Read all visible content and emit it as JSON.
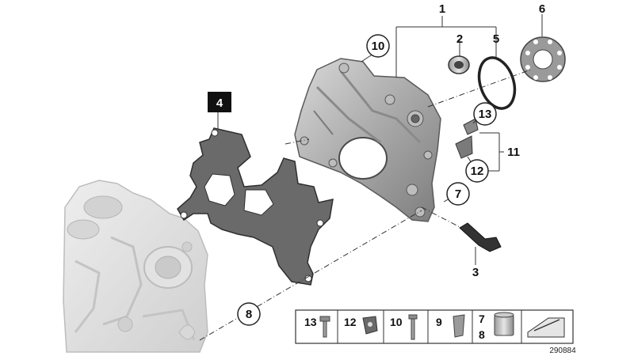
{
  "callouts": {
    "c1": "1",
    "c2": "2",
    "c3": "3",
    "c4": "4",
    "c5": "5",
    "c6": "6",
    "c7": "7",
    "c8": "8",
    "c10": "10",
    "c11": "11",
    "c12": "12",
    "c13": "13"
  },
  "legend": {
    "items": [
      "13",
      "12",
      "10",
      "9",
      "7",
      "8"
    ]
  },
  "diagram_code": "290884"
}
